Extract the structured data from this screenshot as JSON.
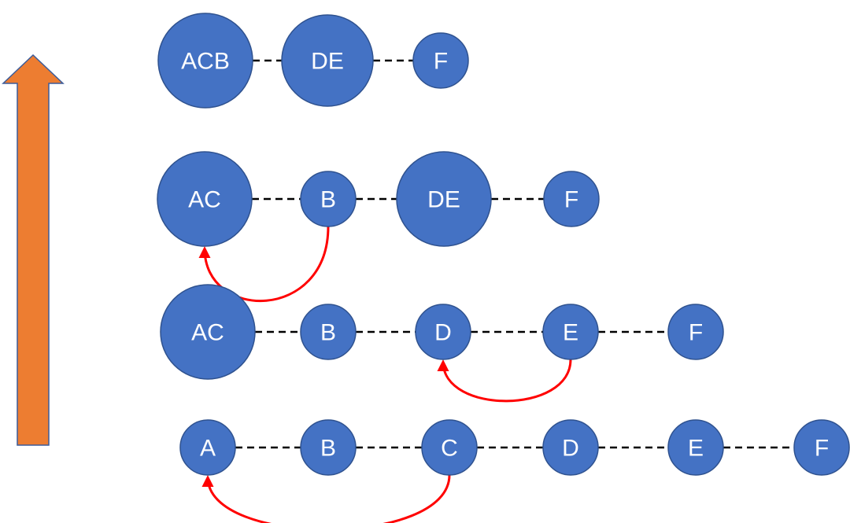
{
  "colors": {
    "node_fill": "#4472C4",
    "node_stroke": "#2F528F",
    "node_text": "#FFFFFF",
    "edge": "#000000",
    "merge_arrow": "#FF0000",
    "progress_arrow": "#ED7D31",
    "progress_arrow_stroke": "#3B5C9A",
    "background": "#FFFFFF"
  },
  "direction_arrow": {
    "icon": "up-arrow-icon"
  },
  "levels": [
    {
      "id": "level-4",
      "nodes": [
        {
          "id": "ACB",
          "label": "ACB"
        },
        {
          "id": "DE",
          "label": "DE"
        },
        {
          "id": "F",
          "label": "F"
        }
      ],
      "edges": [
        [
          "ACB",
          "DE"
        ],
        [
          "DE",
          "F"
        ]
      ],
      "merges": []
    },
    {
      "id": "level-3",
      "nodes": [
        {
          "id": "AC",
          "label": "AC"
        },
        {
          "id": "B",
          "label": "B"
        },
        {
          "id": "DE",
          "label": "DE"
        },
        {
          "id": "F",
          "label": "F"
        }
      ],
      "edges": [
        [
          "AC",
          "B"
        ],
        [
          "B",
          "DE"
        ],
        [
          "DE",
          "F"
        ]
      ],
      "merges": [
        {
          "from": "B",
          "to": "AC"
        }
      ]
    },
    {
      "id": "level-2",
      "nodes": [
        {
          "id": "AC",
          "label": "AC"
        },
        {
          "id": "B",
          "label": "B"
        },
        {
          "id": "D",
          "label": "D"
        },
        {
          "id": "E",
          "label": "E"
        },
        {
          "id": "F",
          "label": "F"
        }
      ],
      "edges": [
        [
          "AC",
          "B"
        ],
        [
          "B",
          "D"
        ],
        [
          "D",
          "E"
        ],
        [
          "E",
          "F"
        ]
      ],
      "merges": [
        {
          "from": "E",
          "to": "D"
        }
      ]
    },
    {
      "id": "level-1",
      "nodes": [
        {
          "id": "A",
          "label": "A"
        },
        {
          "id": "B",
          "label": "B"
        },
        {
          "id": "C",
          "label": "C"
        },
        {
          "id": "D",
          "label": "D"
        },
        {
          "id": "E",
          "label": "E"
        },
        {
          "id": "F",
          "label": "F"
        }
      ],
      "edges": [
        [
          "A",
          "B"
        ],
        [
          "B",
          "C"
        ],
        [
          "C",
          "D"
        ],
        [
          "D",
          "E"
        ],
        [
          "E",
          "F"
        ]
      ],
      "merges": [
        {
          "from": "C",
          "to": "A"
        }
      ]
    }
  ]
}
